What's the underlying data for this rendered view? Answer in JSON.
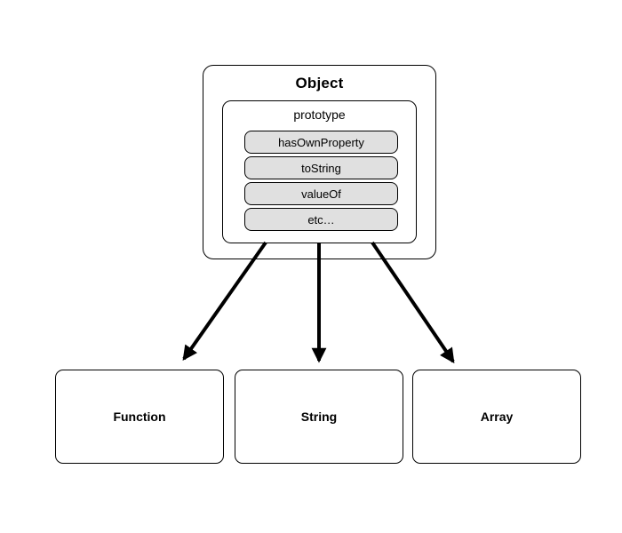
{
  "diagram": {
    "object_box": {
      "title": "Object"
    },
    "prototype_box": {
      "label": "prototype",
      "methods": [
        "hasOwnProperty",
        "toString",
        "valueOf",
        "etc…"
      ]
    },
    "children": [
      {
        "label": "Function"
      },
      {
        "label": "String"
      },
      {
        "label": "Array"
      }
    ],
    "colors": {
      "background": "#ffffff",
      "border": "#000000",
      "pill_fill": "#e0e0e0",
      "arrow": "#000000"
    }
  }
}
